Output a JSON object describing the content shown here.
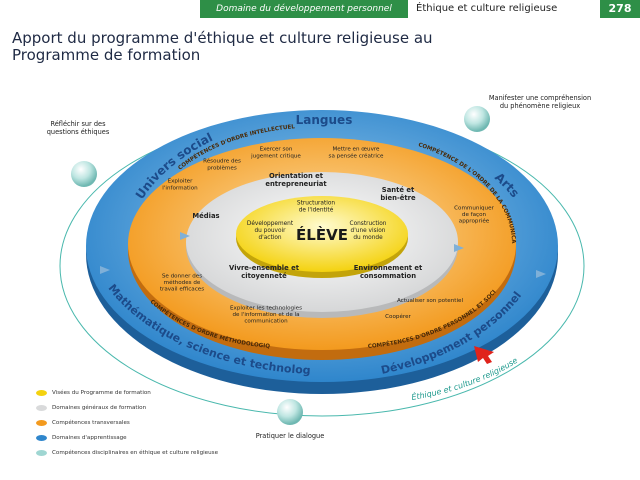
{
  "header": {
    "section": "Domaine du développement personnel",
    "subject": "Éthique et culture religieuse",
    "page_number": "278"
  },
  "title": {
    "line1": "Apport du programme d'éthique et culture religieuse au",
    "line2": "Programme de formation"
  },
  "colors": {
    "header_green": "#2e8f47",
    "domain_blue": "#2f86cc",
    "competence_orange": "#f39a1e",
    "general_grey": "#e6e7e8",
    "vision_yellow": "#f4d20f",
    "ecr_sphere": "#9fd6d2",
    "accent_red": "#e0231b"
  },
  "diagram": {
    "center": {
      "label": "ÉLÈVE",
      "visee_top": "Structuration\nde l'identité",
      "visee_left": "Développement\ndu pouvoir\nd'action",
      "visee_right": "Construction\nd'une vision\ndu monde"
    },
    "general_domains": {
      "top": "Orientation et\nentrepreneuriat",
      "top_right": "Santé et\nbien-être",
      "left": "Médias",
      "bottom_left": "Vivre-ensemble et\ncitoyenneté",
      "bottom_right": "Environnement et\nconsommation"
    },
    "competence_groups": {
      "top": "COMPÉTENCES D'ORDRE INTELLECTUEL",
      "right": "COMPÉTENCE DE L'ORDRE DE LA COMMUNICATION",
      "bottom_left": "COMPÉTENCES D'ORDRE MÉTHODOLOGIQUE",
      "bottom_right": "COMPÉTENCES D'ORDRE PERSONNEL ET SOCIAL"
    },
    "competences": {
      "exercer": "Exercer son\njugement critique",
      "creatrice": "Mettre en œuvre\nsa pensée créatrice",
      "resoudre": "Résoudre des\nproblèmes",
      "exploiter_info": "Exploiter\nl'information",
      "communiquer": "Communiquer\nde façon\nappropriée",
      "methodes": "Se donner des\nméthodes de\ntravail efficaces",
      "tic": "Exploiter les technologies\nde l'information et de la\ncommunication",
      "cooperer": "Coopérer",
      "potentiel": "Actualiser son potentiel"
    },
    "learning_domains": {
      "top": "Langues",
      "left": "Univers social",
      "right": "Arts",
      "bottom_left": "Mathématique, science et technologie",
      "bottom_right": "Développement personnel"
    },
    "ecr_competences": {
      "questions": "Réfléchir sur des\nquestions éthiques",
      "religieux": "Manifester une compréhension\ndu phénomène religieux",
      "dialogue": "Pratiquer le dialogue"
    },
    "ecr_program": "Éthique et culture religieuse"
  },
  "legend": [
    {
      "label": "Visées du Programme de formation",
      "color": "#f4d20f"
    },
    {
      "label": "Domaines généraux de formation",
      "color": "#d9dadb"
    },
    {
      "label": "Compétences transversales",
      "color": "#f39a1e"
    },
    {
      "label": "Domaines d'apprentissage",
      "color": "#2f86cc"
    },
    {
      "label": "Compétences disciplinaires en éthique et culture religieuse",
      "color": "#9fd6d2"
    }
  ]
}
